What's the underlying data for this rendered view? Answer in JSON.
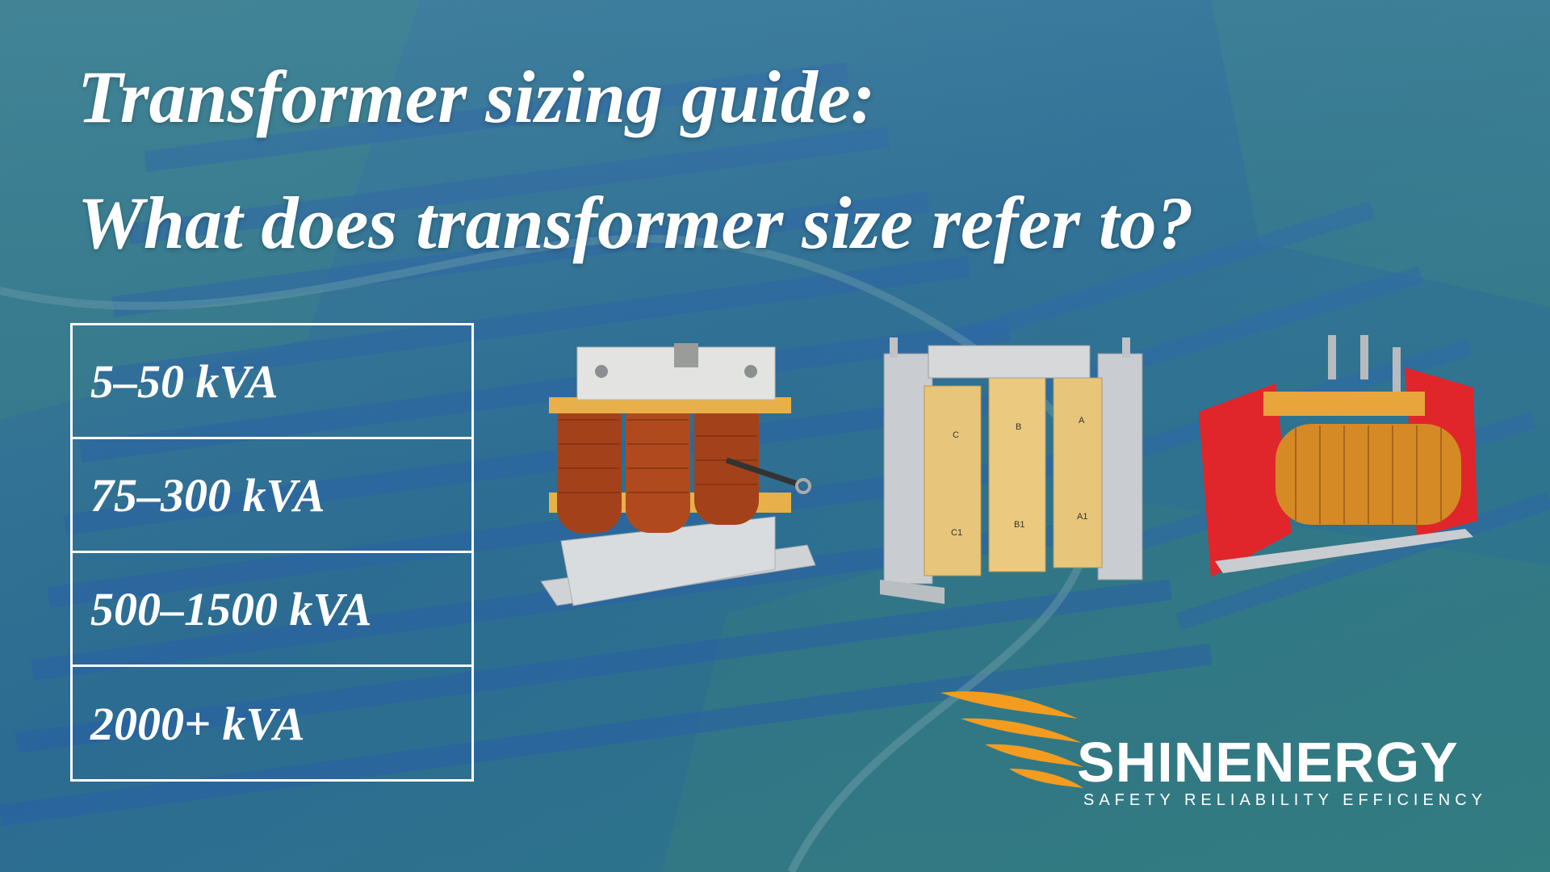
{
  "title": {
    "line1": "Transformer sizing guide:",
    "line2": "What does transformer size refer to?"
  },
  "size_ranges": [
    "5–50 kVA",
    "75–300 kVA",
    "500–1500 kVA",
    "2000+ kVA"
  ],
  "brand": {
    "name": "SHINENERGY",
    "tagline": "SAFETY RELIABILITY EFFICIENCY",
    "accent": "#f39c1f"
  },
  "products": [
    {
      "icon": "three-phase-copper-reactor-icon",
      "coil_color": "#a3421a"
    },
    {
      "icon": "three-phase-transformer-labeled-icon",
      "phases": [
        "C",
        "B",
        "A"
      ],
      "taps": [
        "C1",
        "B1",
        "A1"
      ]
    },
    {
      "icon": "red-frame-copper-reactor-icon",
      "frame_color": "#e0262b"
    }
  ]
}
